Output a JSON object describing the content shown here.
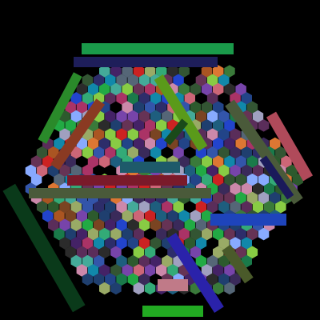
{
  "board": {
    "shape": "hexagon",
    "background_color": "#000000",
    "tile_shape": "hexagon",
    "tile_palette": [
      "#1f3f6f",
      "#2d5a2d",
      "#5a2d5a",
      "#3a2a5a",
      "#1a7a4a",
      "#22aa44",
      "#3355aa",
      "#aa3366",
      "#cc6677",
      "#44aa99",
      "#556677",
      "#2b2b2b",
      "#7744aa",
      "#88cc44",
      "#aa5522",
      "#224488",
      "#3a7a3a",
      "#663355",
      "#2d2d6a",
      "#1e5e7e",
      "#cc88aa",
      "#99aa66",
      "#335533",
      "#442266",
      "#cc2222",
      "#dd7733",
      "#33aa77",
      "#88aaff",
      "#2244cc",
      "#1188aa",
      "#a0a0c0",
      "#7a4422"
    ]
  },
  "bars": [
    {
      "name": "bar-top-green",
      "color": "#1a9a4a"
    },
    {
      "name": "bar-top-navy",
      "color": "#1e1e5a"
    },
    {
      "name": "bar-left-green-diagonal",
      "color": "#2a8a2a"
    },
    {
      "name": "bar-left-rust-diagonal",
      "color": "#8a3a22"
    },
    {
      "name": "bar-center-lime-diagonal",
      "color": "#5a9a1a"
    },
    {
      "name": "bar-right-olive-diagonal",
      "color": "#4a5a3a"
    },
    {
      "name": "bar-right-rose-diagonal",
      "color": "#b04a5a"
    },
    {
      "name": "bar-teal-horizontal",
      "color": "#1e5a6a"
    },
    {
      "name": "bar-crimson-horizontal",
      "color": "#7a1a2a"
    },
    {
      "name": "bar-olive-horizontal",
      "color": "#4a5a3a"
    },
    {
      "name": "bar-far-left-dark-green-diagonal",
      "color": "#0a3a1a"
    },
    {
      "name": "bar-blue-horizontal",
      "color": "#1e44bb"
    },
    {
      "name": "bar-blue-diagonal",
      "color": "#2a22aa"
    },
    {
      "name": "bar-olive-small-diagonal",
      "color": "#4a5a2a"
    },
    {
      "name": "bar-pink-small",
      "color": "#c07a88"
    },
    {
      "name": "bar-bottom-green",
      "color": "#22aa22"
    },
    {
      "name": "bar-navy-diagonal",
      "color": "#1a1a5a"
    },
    {
      "name": "bar-dark-green-center-diagonal",
      "color": "#1a4a1a"
    }
  ]
}
